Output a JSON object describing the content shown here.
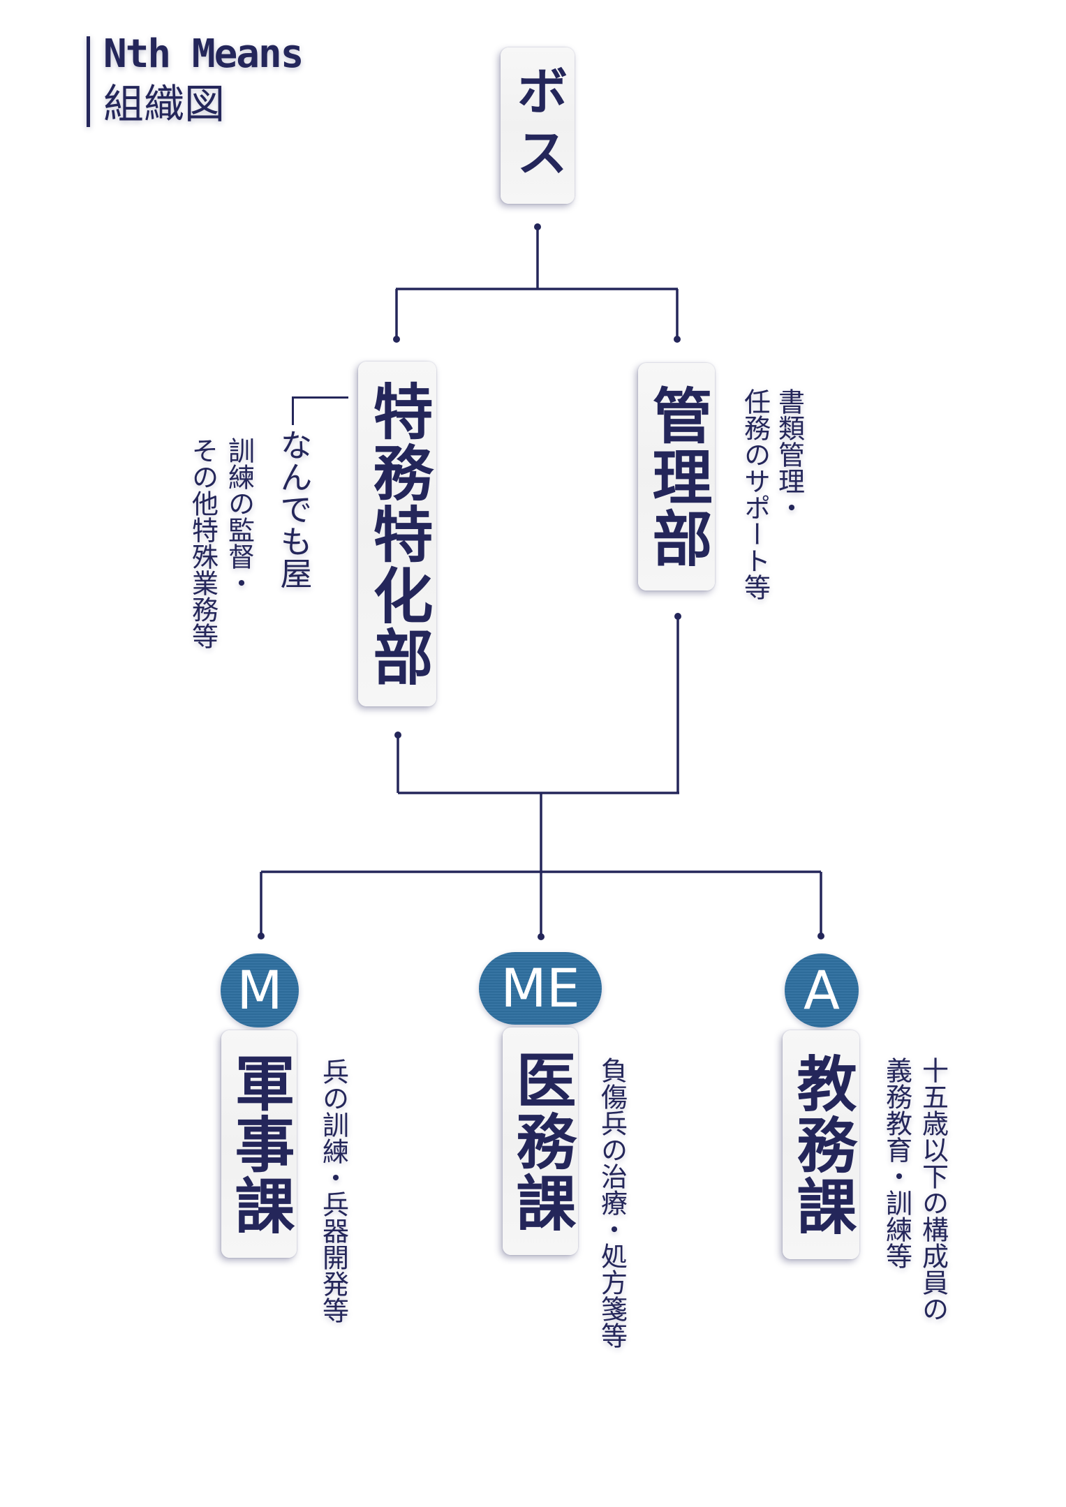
{
  "title": {
    "brand": "Nth Means",
    "subtitle": "組織図"
  },
  "colors": {
    "ink": "#24265a",
    "badge": "#2f6f9f",
    "box": "#f4f4f4",
    "background": "#ffffff"
  },
  "boss": {
    "label": "ボス"
  },
  "departments": [
    {
      "label": "特務特化部",
      "tagline": "なんでも屋",
      "description_lines": [
        "訓練の監督・",
        "その他特殊業務等"
      ]
    },
    {
      "label": "管理部",
      "description_lines": [
        "書類管理・",
        "任務のサポート等"
      ]
    }
  ],
  "sections": [
    {
      "badge": "M",
      "label": "軍事課",
      "description_lines": [
        "兵の訓練・兵器開発等"
      ]
    },
    {
      "badge": "ME",
      "label": "医務課",
      "description_lines": [
        "負傷兵の治療・処方箋等"
      ]
    },
    {
      "badge": "A",
      "label": "教務課",
      "description_lines": [
        "十五歳以下の構成員の",
        "義務教育・訓練等"
      ]
    }
  ]
}
